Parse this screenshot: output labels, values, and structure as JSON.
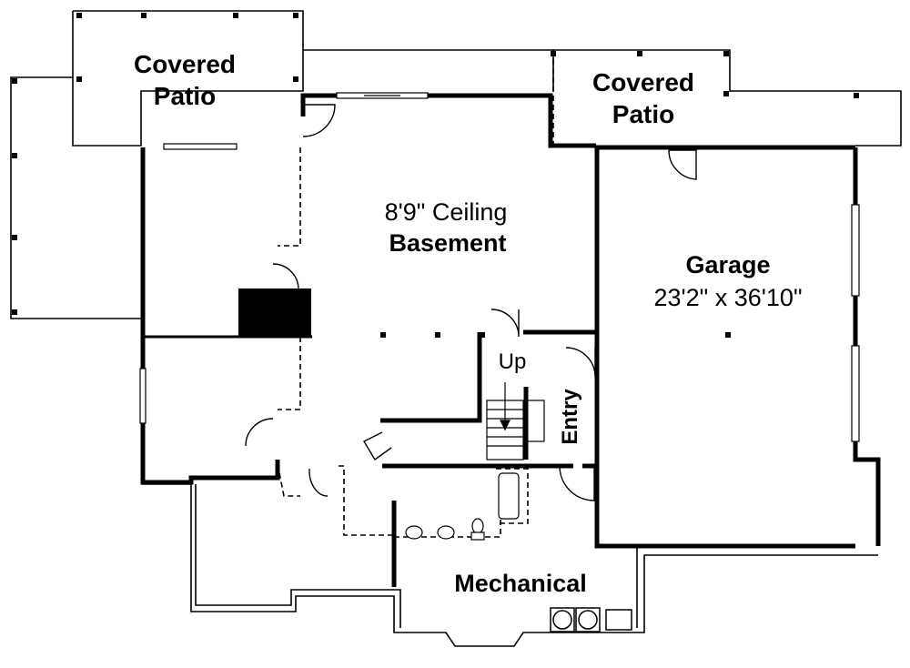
{
  "labels": {
    "patio_left_line1": "Covered",
    "patio_left_line2": "Patio",
    "patio_right_line1": "Covered",
    "patio_right_line2": "Patio",
    "ceiling": "8'9\" Ceiling",
    "basement": "Basement",
    "garage": "Garage",
    "garage_dims": "23'2\" x 36'10\"",
    "stairs_up": "Up",
    "entry": "Entry",
    "mechanical": "Mechanical"
  }
}
